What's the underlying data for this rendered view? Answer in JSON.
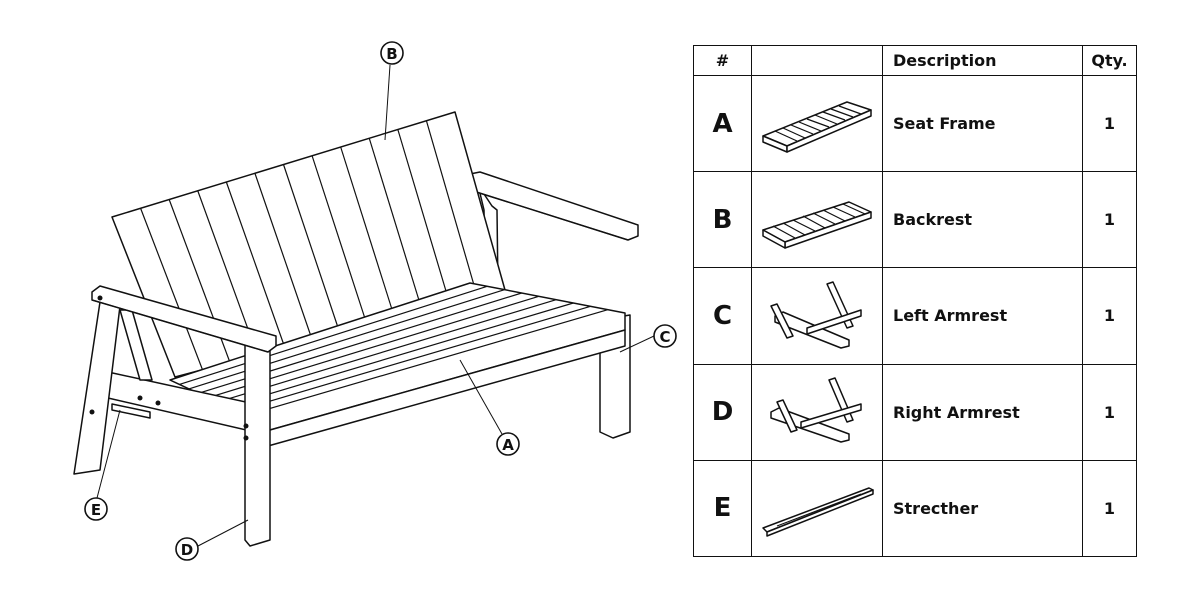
{
  "callouts": {
    "a": "A",
    "b": "B",
    "c": "C",
    "d": "D",
    "e": "E"
  },
  "table": {
    "headers": {
      "number": "#",
      "image": "",
      "description": "Description",
      "qty": "Qty."
    },
    "rows": [
      {
        "letter": "A",
        "description": "Seat Frame",
        "qty": "1",
        "icon": "seat-frame-icon"
      },
      {
        "letter": "B",
        "description": "Backrest",
        "qty": "1",
        "icon": "backrest-icon"
      },
      {
        "letter": "C",
        "description": "Left Armrest",
        "qty": "1",
        "icon": "left-armrest-icon"
      },
      {
        "letter": "D",
        "description": "Right Armrest",
        "qty": "1",
        "icon": "right-armrest-icon"
      },
      {
        "letter": "E",
        "description": "Strecther",
        "qty": "1",
        "icon": "stretcher-icon"
      }
    ]
  },
  "colors": {
    "line": "#111111",
    "background": "#ffffff"
  }
}
